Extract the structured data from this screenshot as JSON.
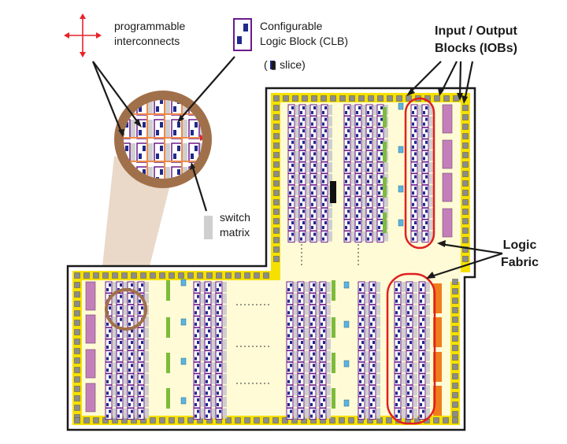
{
  "legend": {
    "interconnects": "programmable\ninterconnects",
    "clb": "Configurable\nLogic Block (CLB)",
    "slice": "( ▮ slice)",
    "switch_matrix": "switch\nmatrix"
  },
  "callouts": {
    "iob": "Input / Output\nBlocks (IOBs)",
    "logic_fabric": "Logic\nFabric"
  },
  "colors": {
    "chip_fill": "#fffbd6",
    "chip_border": "#f5e000",
    "pad": "#8c8c8c",
    "clb_border": "#6b1a8c",
    "slice": "#1f2a8c",
    "switch_matrix": "#cfcfcf",
    "bram": "#c47fba",
    "dsp_green": "#7dbb3c",
    "dsp_blue": "#5ab4e0",
    "orange_block": "#f07d1c",
    "highlight_red": "#e02020",
    "zoom_ring": "#a0704a",
    "zoom_cone": "#e6d2bf",
    "arrow_red": "#e8232a"
  },
  "icons": [
    "cross-arrow-icon",
    "clb-icon",
    "slice-icon",
    "switch-matrix-icon"
  ]
}
